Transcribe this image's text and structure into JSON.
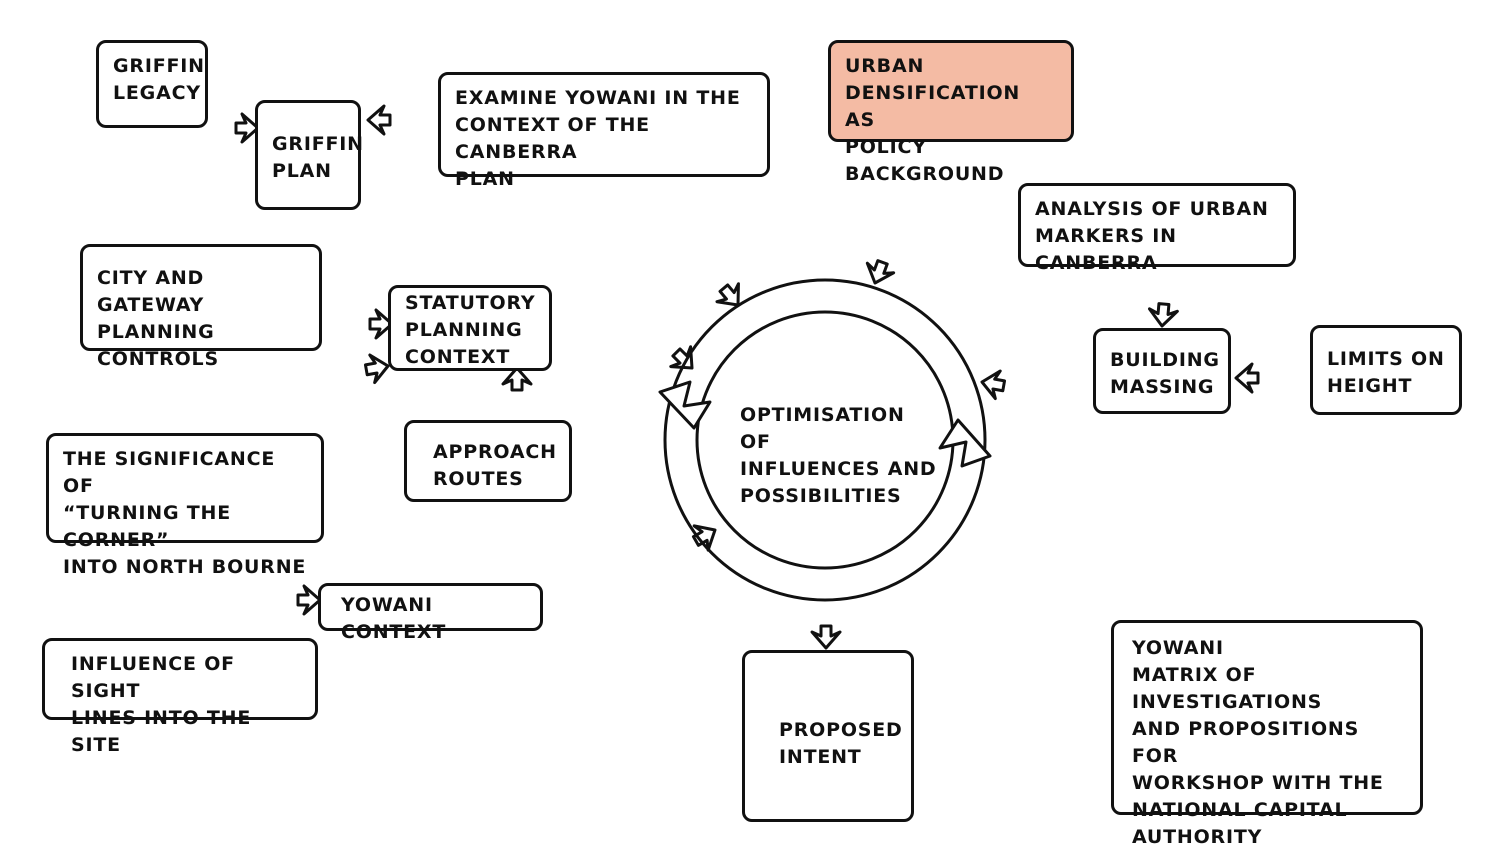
{
  "diagram": {
    "hub": {
      "label": "OPTIMISATION OF\nINFLUENCES AND\nPOSSIBILITIES"
    },
    "nodes": {
      "griffin_legacy": "GRIFFIN\nLEGACY",
      "griffin_plan": "GRIFFIN\nPLAN",
      "examine_yowani": "EXAMINE YOWANI IN THE\nCONTEXT OF THE CANBERRA\nPLAN",
      "urban_densification": "URBAN\nDENSIFICATION AS\nPOLICY BACKGROUND",
      "analysis_urban_markers": "ANALYSIS OF URBAN\nMARKERS IN CANBERRA",
      "city_gateway": "CITY AND GATEWAY\nPLANNING CONTROLS",
      "statutory_planning": "STATUTORY\nPLANNING\nCONTEXT",
      "building_massing": "BUILDING\nMASSING",
      "limits_on_height": "LIMITS ON\nHEIGHT",
      "approach_routes": "APPROACH\nROUTES",
      "turning_corner": "THE SIGNIFICANCE OF\n“TURNING THE CORNER”\nINTO NORTH BOURNE",
      "yowani_context": "YOWANI CONTEXT",
      "sight_lines": "INFLUENCE OF SIGHT\nLINES INTO THE SITE",
      "proposed_intent": "PROPOSED\nINTENT",
      "matrix_note": "YOWANI\nMATRIX OF INVESTIGATIONS\nAND PROPOSITIONS FOR\nWORKSHOP WITH THE\nNATIONAL CAPITAL\nAUTHORITY"
    },
    "colors": {
      "ink": "#111111",
      "paper": "#ffffff",
      "highlight": "#f4bba4"
    }
  }
}
